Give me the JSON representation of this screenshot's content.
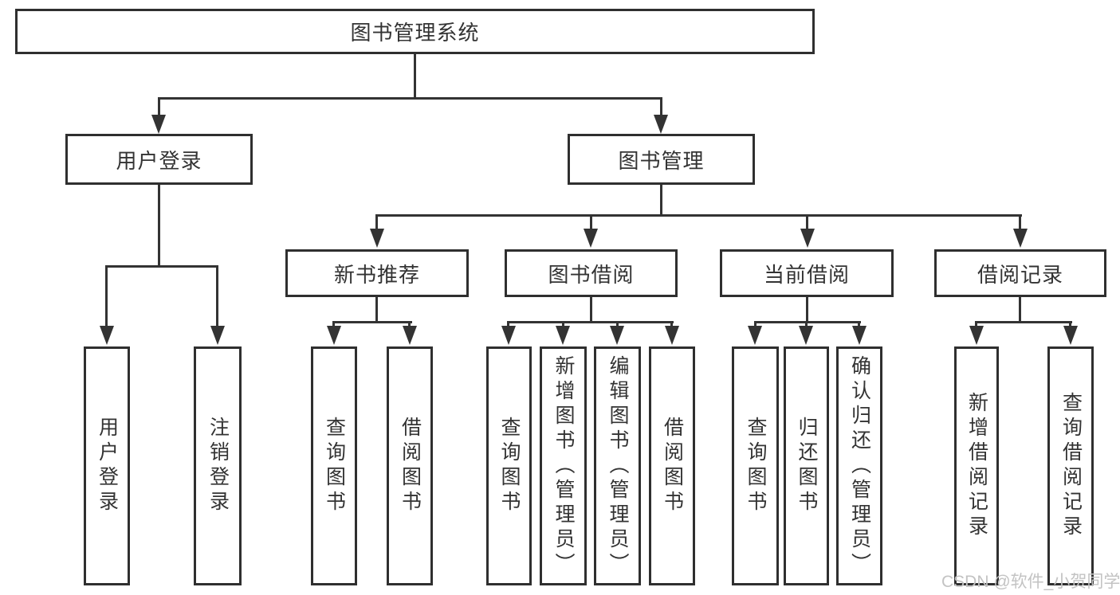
{
  "nodes": {
    "root": "图书管理系统",
    "user_login": "用户登录",
    "book_mgmt": "图书管理",
    "new_book_rec": "新书推荐",
    "book_borrow": "图书借阅",
    "current_borrow": "当前借阅",
    "borrow_records": "借阅记录"
  },
  "leaves": {
    "login": "用户登录",
    "logout": "注销登录",
    "rec_query": "查询图书",
    "rec_borrow": "借阅图书",
    "bb_query": "查询图书",
    "bb_add": "新增图书（管理员）",
    "bb_edit": "编辑图书（管理员）",
    "bb_borrow": "借阅图书",
    "cb_query": "查询图书",
    "cb_return": "归还图书",
    "cb_confirm": "确认归还（管理员）",
    "br_add": "新增借阅记录",
    "br_query": "查询借阅记录"
  },
  "watermark": {
    "text": "CSDN @软件_小贺同学",
    "color": "#c3c3c3"
  },
  "colors": {
    "background": "#ffffff",
    "line": "#333333",
    "box_border": "#2f2f2f",
    "text": "#333333"
  }
}
